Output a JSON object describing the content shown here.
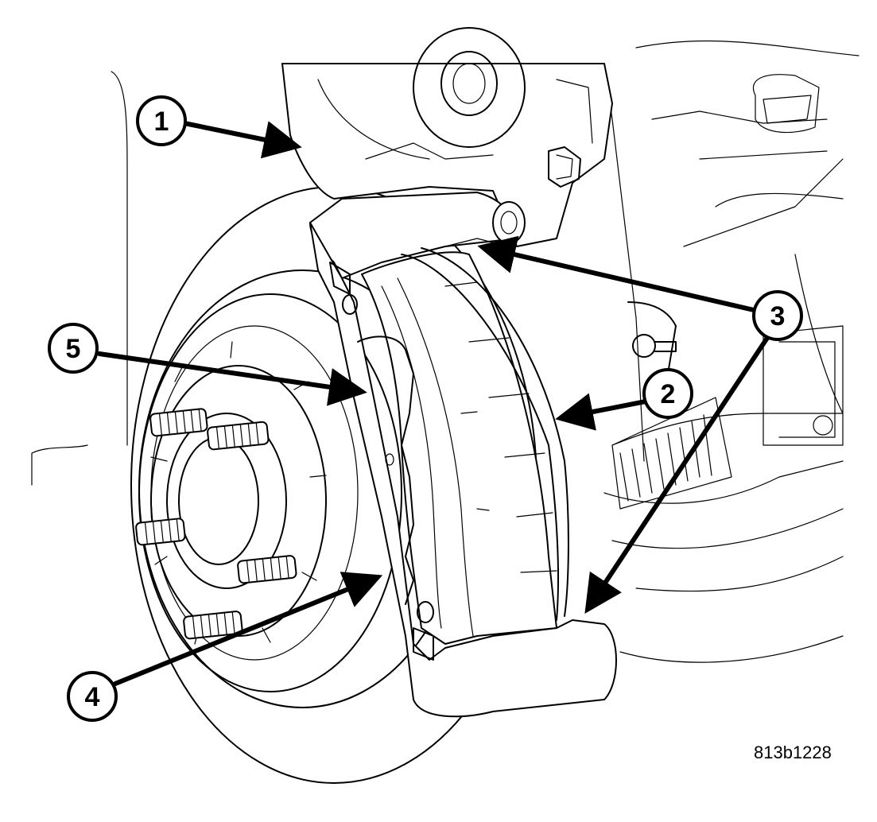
{
  "callouts": [
    {
      "id": "callout-1",
      "label": "1"
    },
    {
      "id": "callout-2",
      "label": "2"
    },
    {
      "id": "callout-3",
      "label": "3"
    },
    {
      "id": "callout-4",
      "label": "4"
    },
    {
      "id": "callout-5",
      "label": "5"
    }
  ],
  "figure_id": "813b1228"
}
